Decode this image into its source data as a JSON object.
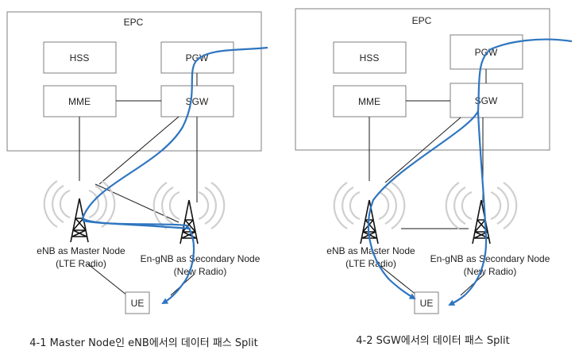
{
  "left": {
    "epc_label": "EPC",
    "hss": "HSS",
    "pgw": "PGW",
    "mme": "MME",
    "sgw": "SGW",
    "enb_line1": "eNB as Master Node",
    "enb_line2": "(LTE Radio)",
    "gnb_line1": "En-gNB as Secondary Node",
    "gnb_line2": "(New Radio)",
    "ue": "UE",
    "caption": "4-1 Master Node인 eNB에서의 데이터 패스 Split"
  },
  "right": {
    "epc_label": "EPC",
    "hss": "HSS",
    "pgw": "PGW",
    "mme": "MME",
    "sgw": "SGW",
    "enb_line1": "eNB as Master Node",
    "enb_line2": "(LTE Radio)",
    "gnb_line1": "En-gNB as Secondary Node",
    "gnb_line2": "(New Radio)",
    "ue": "UE",
    "caption": "4-2 SGW에서의 데이터 패스 Split"
  },
  "colors": {
    "data_path": "#2e75c0",
    "box_border": "#7f7f7f",
    "radio_waves": "#cfcfcf"
  },
  "icons": [
    "antenna-tower-icon",
    "arrow-head-icon"
  ]
}
